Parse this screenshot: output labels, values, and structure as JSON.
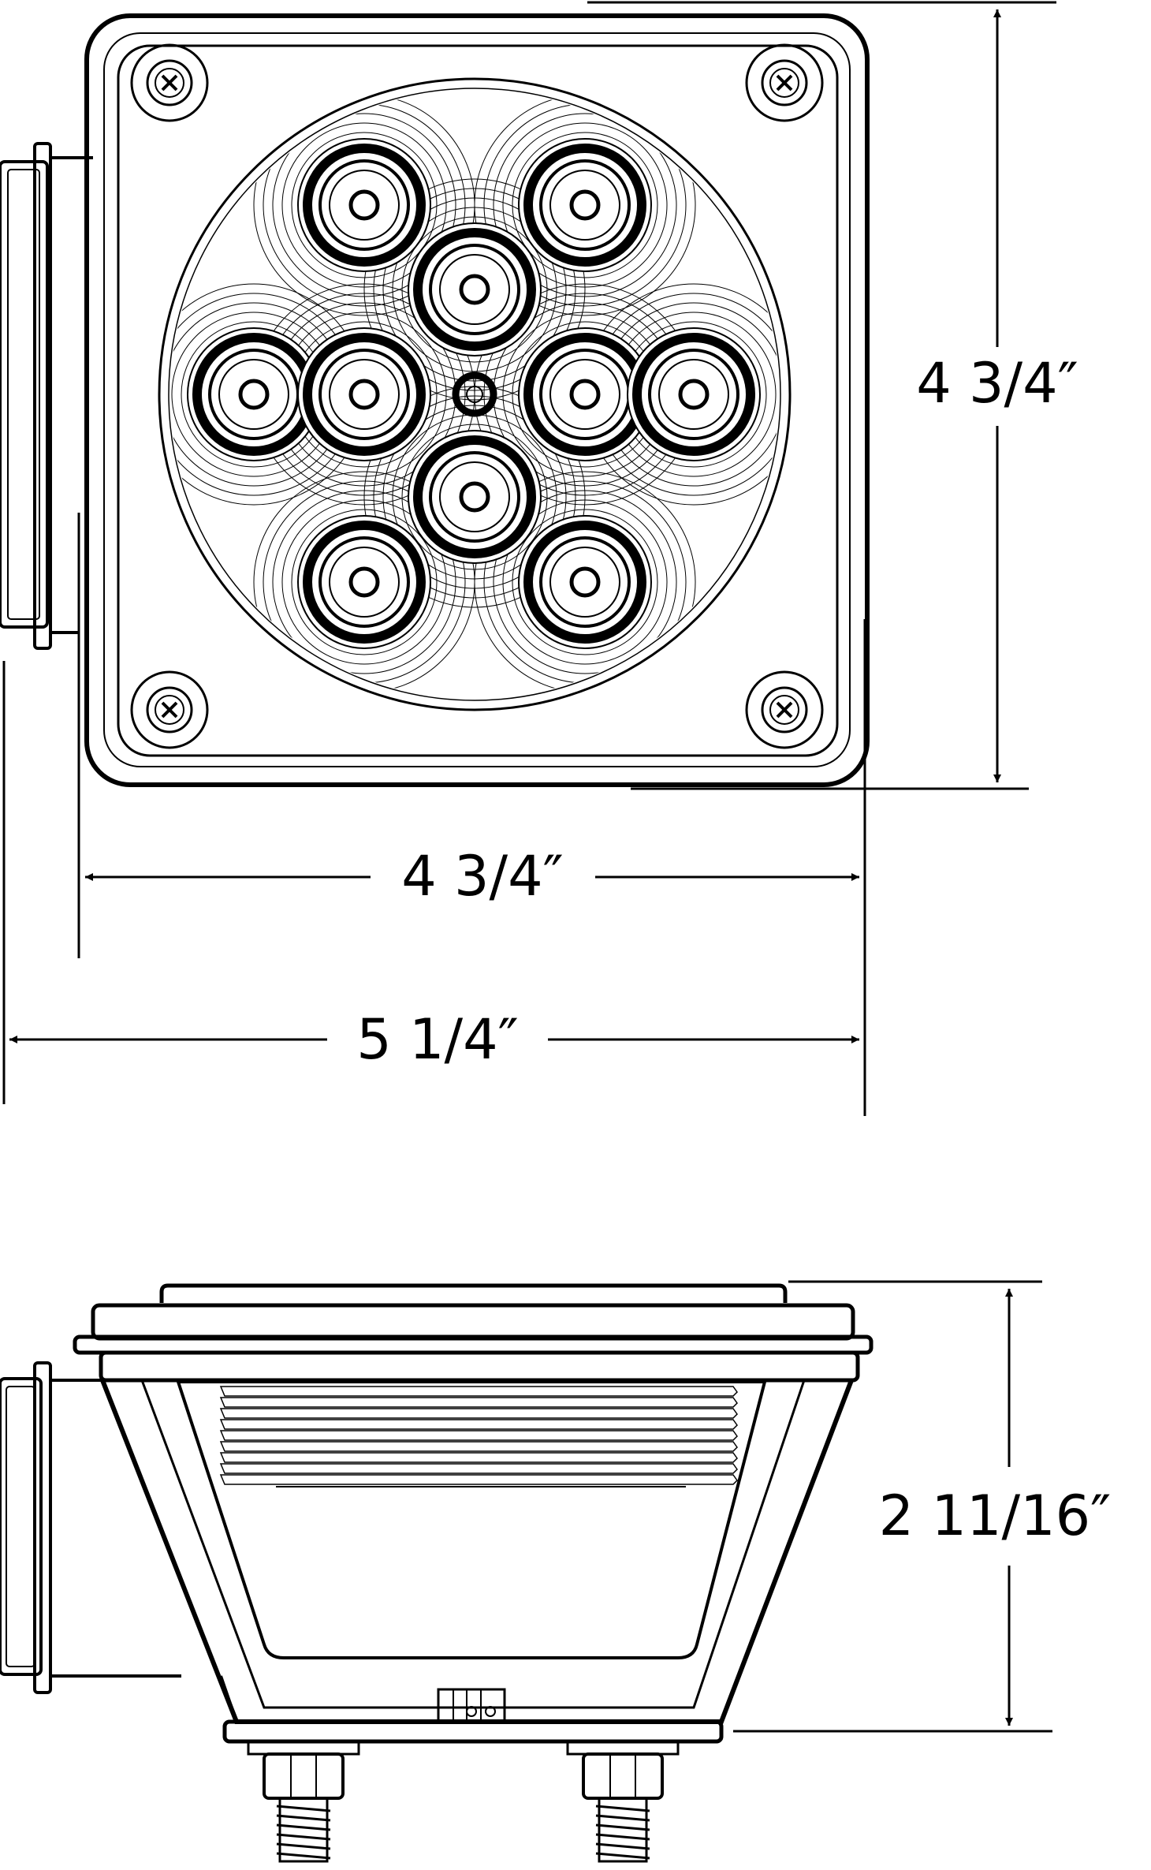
{
  "dimensions": {
    "front_height": "4  3/4″",
    "front_width": "4  3/4″",
    "overall_width": "5  1/4″",
    "side_depth": "2  11/16″"
  },
  "colors": {
    "line": "#000000",
    "background": "#ffffff"
  }
}
